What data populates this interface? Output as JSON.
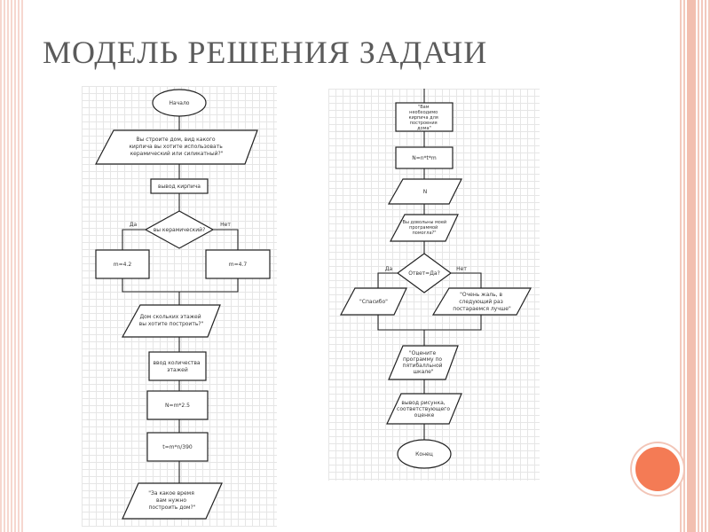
{
  "slide": {
    "title": "МОДЕЛЬ РЕШЕНИЯ ЗАДАЧИ"
  },
  "flow_left": {
    "start": "Начало",
    "q_material": [
      "Вы строите дом, вид какого",
      "кирпича вы хотите использовать",
      "керамический или силикатный?\""
    ],
    "input_brick": "вывод кирпича",
    "decision": "вы керамический?",
    "yes": "Да",
    "no": "Нет",
    "set_a": "m=4.2",
    "set_b": "m=4.7",
    "q_floors": [
      "Дом скольких этажей",
      "вы хотите построить?\""
    ],
    "input_floors": [
      "ввод количества",
      "этажей"
    ],
    "calc_1": "N=m*2.5",
    "calc_2": "t=m*n/390",
    "out_time": [
      "\"За какое время",
      "вам нужно",
      "построить дом?\""
    ]
  },
  "flow_right": {
    "need_bricks": [
      "\"Вам",
      "необходимо",
      "кирпича для",
      "построения",
      "дома\""
    ],
    "calc_n": "N=n*t*m",
    "out_n": "N",
    "q_helped": [
      "\"Вы довольны моей",
      "программой",
      "помогла?\""
    ],
    "decision": "Ответ=Да?",
    "yes": "Да",
    "no": "Нет",
    "thanks": "\"Спасибо\"",
    "sorry": [
      "\"Очень жаль, в",
      "следующий раз",
      "постараемся лучше\""
    ],
    "q_rate": [
      "\"Оцените",
      "программу по",
      "пятибалльной",
      "шкале\""
    ],
    "out_pic": [
      "вывод рисунка,",
      "соответствующего",
      "оценке"
    ],
    "end": "Конец"
  },
  "colors": {
    "title": "#5b5b5b",
    "accent_circle": "#f47b55",
    "border_pink": "#f2bfb0"
  }
}
